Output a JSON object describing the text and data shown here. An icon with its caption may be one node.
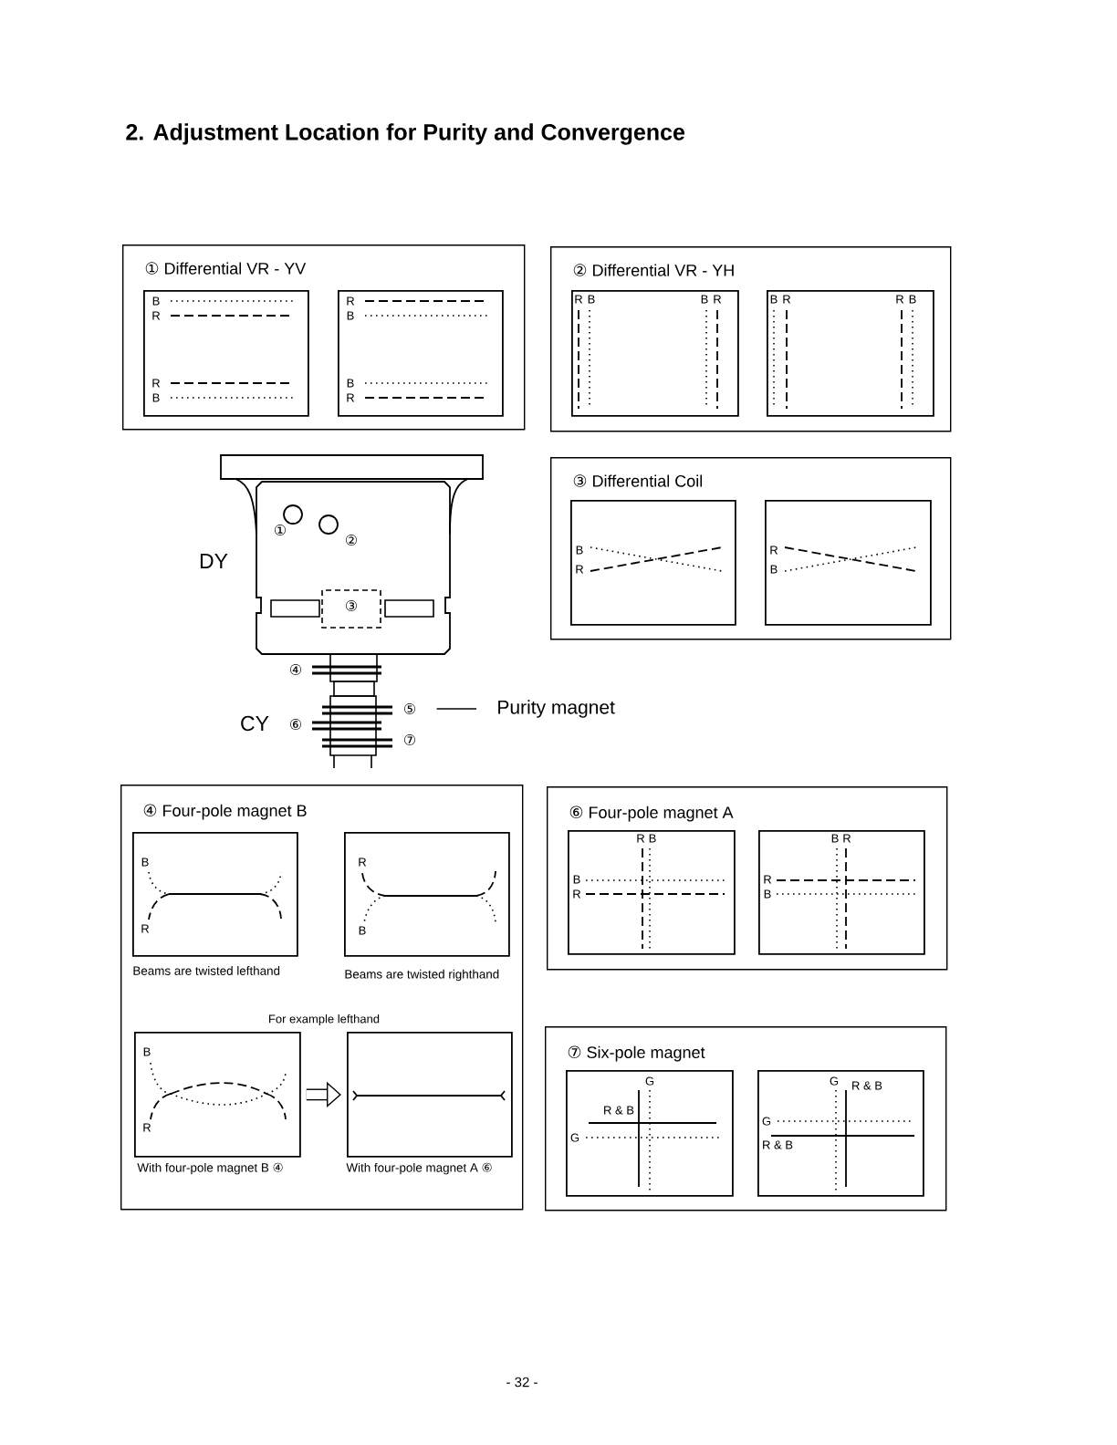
{
  "diagram": {
    "title": "2. Adjustment Location for Purity and Convergence",
    "nodes": [
      {
        "text": [
          "① Differential VR - YV"
        ]
      },
      {
        "text": [
          "B",
          "R",
          "R",
          "B"
        ],
        "in": 0
      },
      {
        "text": [
          "R",
          "B",
          "B",
          "R"
        ],
        "in": 0
      },
      {
        "text": [
          "② Differential VR - YH"
        ]
      },
      {
        "text": [
          "R",
          "B",
          "B",
          "R"
        ],
        "in": 3
      },
      {
        "text": [
          "B",
          "R",
          "R",
          "B"
        ],
        "in": 3
      },
      {
        "text": [
          "③ Differential Coil"
        ]
      },
      {
        "text": [
          "B",
          "R"
        ],
        "in": 6
      },
      {
        "text": [
          "R",
          "B"
        ],
        "in": 6
      },
      {
        "text": [
          "④ Four-pole magnet B"
        ]
      },
      {
        "text": [
          "B",
          "R"
        ],
        "in": 9,
        "beside": [
          "Beams are twisted lefthand"
        ]
      },
      {
        "text": [
          "R",
          "B"
        ],
        "in": 9,
        "beside": [
          "Beams are twisted righthand"
        ]
      },
      {
        "text": [
          "B",
          "R"
        ],
        "in": 9,
        "beside": [
          "With four-pole magnet B ④"
        ]
      },
      {
        "text": [],
        "shape": "box",
        "in": 9,
        "beside": [
          "With four-pole magnet A ⑥"
        ]
      },
      {
        "text": [
          "⑥ Four-pole magnet A"
        ]
      },
      {
        "text": [
          "R",
          "B",
          "B",
          "R"
        ],
        "in": 14
      },
      {
        "text": [
          "B",
          "R",
          "R",
          "B"
        ],
        "in": 14
      },
      {
        "text": [
          "⑦ Six-pole magnet"
        ]
      },
      {
        "text": [
          "G",
          "R & B",
          "G"
        ],
        "in": 17
      },
      {
        "text": [
          "G",
          "R & B",
          "G",
          "R & B"
        ],
        "in": 17
      },
      {
        "text": [
          "⑤"
        ]
      },
      {
        "text": [
          "Purity magnet"
        ]
      }
    ],
    "edges": [
      {
        "from": 12,
        "to": 13,
        "arrow": "to",
        "style": "thick"
      },
      {
        "from": 20,
        "to": 21,
        "arrow": "none"
      }
    ],
    "labels": [
      "For example lefthand",
      "①",
      "②",
      "③",
      "DY",
      "④",
      "CY",
      "⑥",
      "⑦",
      "- 32 -"
    ]
  }
}
